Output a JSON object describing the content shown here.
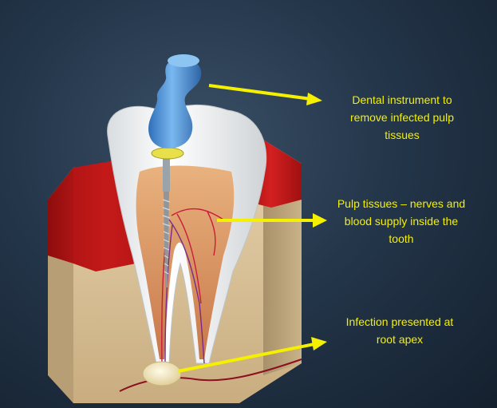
{
  "labels": {
    "instrument": [
      "Dental instrument to",
      "remove infected pulp",
      "tissues"
    ],
    "pulp": [
      "Pulp tissues – nerves and",
      "blood supply inside the",
      "tooth"
    ],
    "infection": [
      "Infection presented at",
      "root apex"
    ]
  },
  "colors": {
    "label_text": "#f5f000",
    "arrow": "#f5f000",
    "background": "#1c2b3c",
    "gum": "#c41818",
    "bone": "#d9c29c",
    "enamel": "#f2f2f2",
    "pulp": "#e3a070",
    "instrument_handle": "#4a8fd6",
    "instrument_ring": "#e8e04a",
    "abscess": "#f6edc8"
  }
}
